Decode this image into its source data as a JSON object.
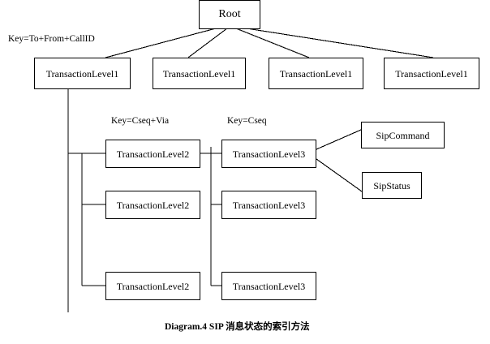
{
  "diagram": {
    "caption": "Diagram.4 SIP 消息状态的索引方法",
    "root": {
      "label": "Root"
    },
    "keys": {
      "level1": "Key=To+From+CallID",
      "level2": "Key=Cseq+Via",
      "level3": "Key=Cseq"
    },
    "level1_boxes": [
      {
        "label": "TransactionLevel1"
      },
      {
        "label": "TransactionLevel1"
      },
      {
        "label": "TransactionLevel1"
      },
      {
        "label": "TransactionLevel1"
      }
    ],
    "level2_boxes": [
      {
        "label": "TransactionLevel2"
      },
      {
        "label": "TransactionLevel2"
      },
      {
        "label": "TransactionLevel2"
      }
    ],
    "level3_boxes": [
      {
        "label": "TransactionLevel3"
      },
      {
        "label": "TransactionLevel3"
      },
      {
        "label": "TransactionLevel3"
      }
    ],
    "leaf_boxes": [
      {
        "label": "SipCommand"
      },
      {
        "label": "SipStatus"
      }
    ],
    "colors": {
      "stroke": "#000000",
      "fill": "#ffffff",
      "text": "#000000"
    }
  }
}
